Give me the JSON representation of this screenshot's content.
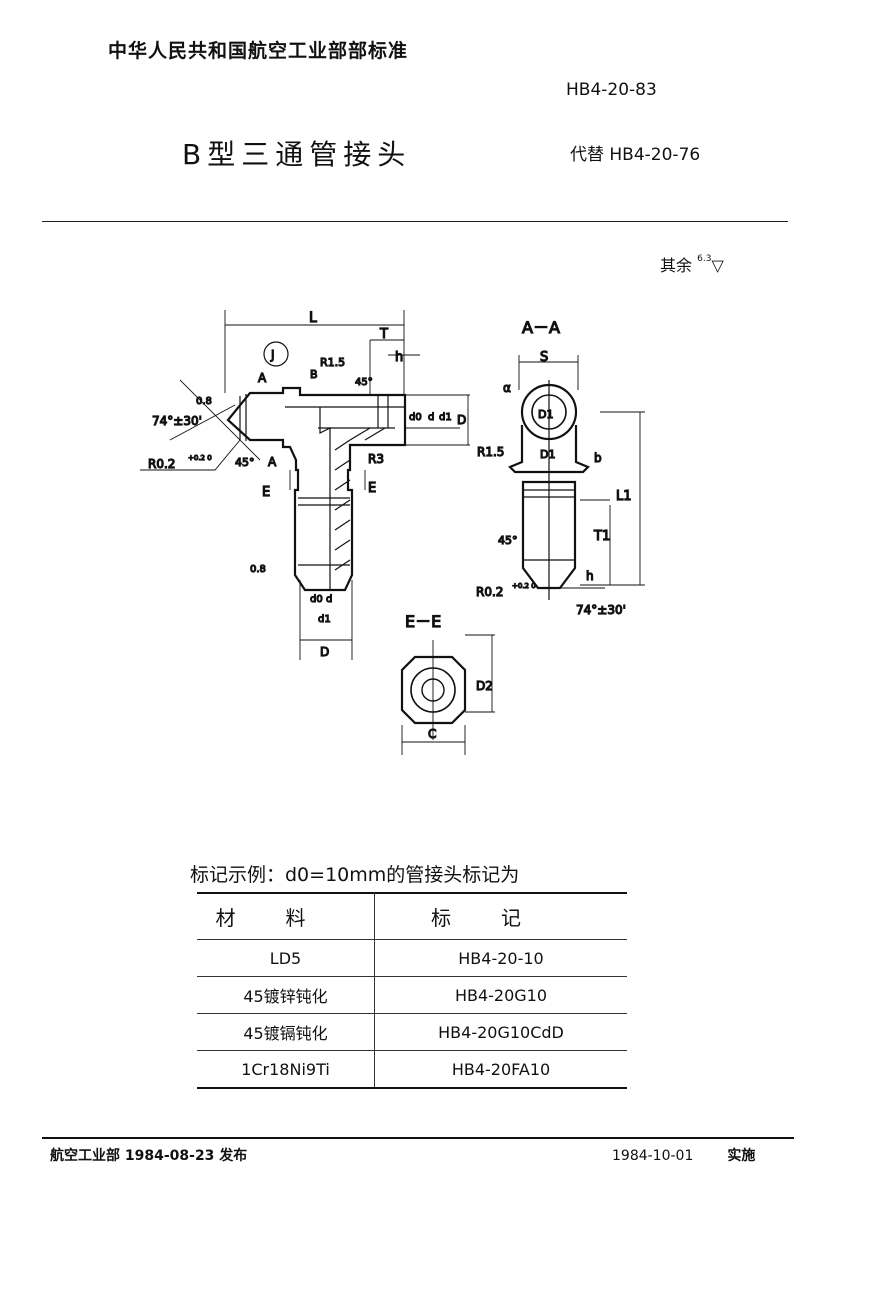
{
  "header": {
    "organization": "中华人民共和国航空工业部部标准",
    "standard_code": "HB4-20-83",
    "title": "B型三通管接头",
    "replaces": "代替 HB4-20-76"
  },
  "surface_finish": {
    "label": "其余",
    "value": "6.3"
  },
  "drawing": {
    "main_view": {
      "L": "L",
      "T": "T",
      "h": "h",
      "detail": "J",
      "R15": "R1.5",
      "B": "B",
      "A_top": "A",
      "A_bottom": "A",
      "angle45_top": "45°",
      "angle45_left": "45°",
      "angle74": "74°±30'",
      "roughness": "0.8",
      "R02": "R0.2",
      "R02_tol": "+0.2 0",
      "d0": "d0",
      "d": "d",
      "d1": "d1",
      "D_right": "D",
      "R3": "R3",
      "E_left": "E",
      "E_right": "E",
      "roughness_bottom": "0.8",
      "d0_b": "d0",
      "d_b": "d",
      "d1_b": "d1",
      "D_bottom": "D"
    },
    "section_aa": {
      "title": "A－A",
      "S": "S",
      "alpha": "α",
      "D1_circle": "D1",
      "D1": "D1",
      "R15": "R1.5",
      "b": "b",
      "L1": "L1",
      "T1": "T1",
      "h": "h",
      "angle45": "45°",
      "R02": "R0.2",
      "R02_tol": "+0.2 0",
      "angle74": "74°±30'"
    },
    "section_ee": {
      "title": "E－E",
      "D2": "D2",
      "C": "C"
    }
  },
  "marking_example": {
    "caption": "标记示例：d0=10mm的管接头标记为",
    "columns": [
      "材料",
      "标记"
    ],
    "rows": [
      {
        "material": "LD5",
        "marking": "HB4-20-10"
      },
      {
        "material": "45镀锌钝化",
        "marking": "HB4-20G10"
      },
      {
        "material": "45镀镉钝化",
        "marking": "HB4-20G10CdD"
      },
      {
        "material": "1Cr18Ni9Ti",
        "marking": "HB4-20FA10"
      }
    ]
  },
  "footer": {
    "issued_by": "航空工业部 1984-08-23 发布",
    "effective": "1984-10-01",
    "effective_label": "实施"
  }
}
